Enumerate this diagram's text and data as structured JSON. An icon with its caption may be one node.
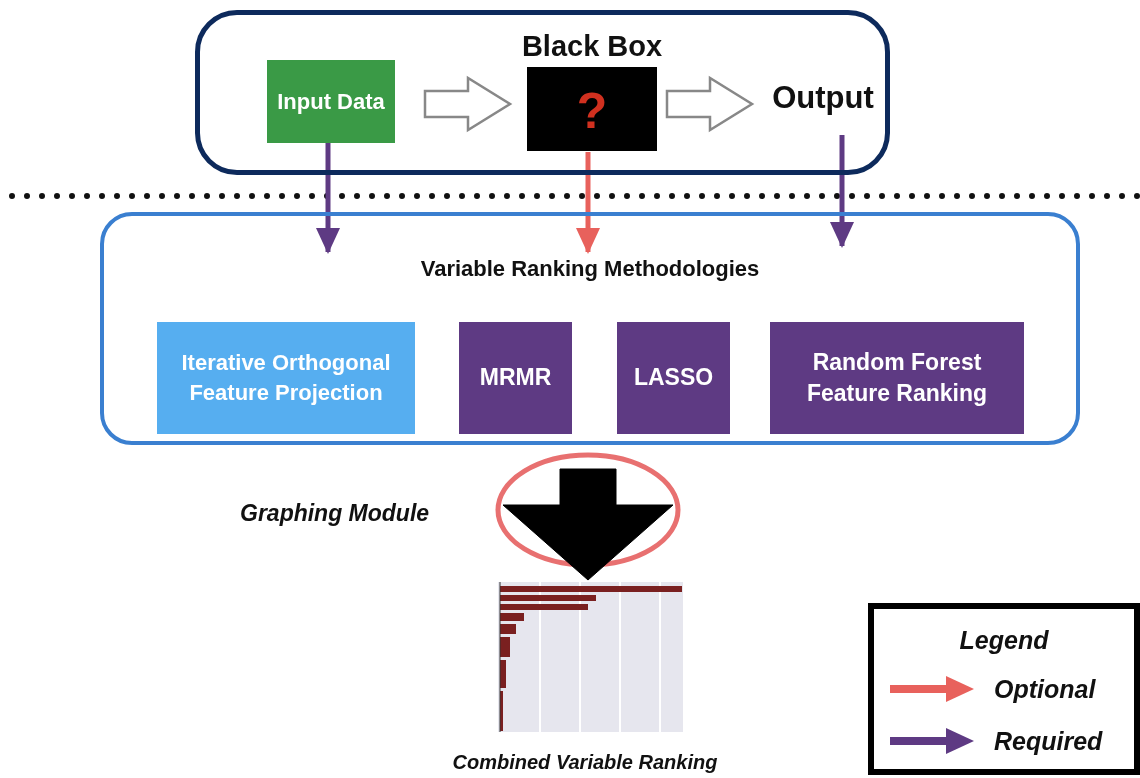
{
  "diagram": {
    "nodes": [
      {
        "text": [],
        "shape": "box"
      },
      {
        "text": [
          "Input Data"
        ],
        "in": 0
      },
      {
        "text": [
          "Black Box",
          "?"
        ],
        "in": 0
      },
      {
        "text": [
          "Output"
        ],
        "in": 0
      },
      {
        "text": [
          "Variable Ranking Methodologies"
        ]
      },
      {
        "text": [
          "Iterative Orthogonal Feature Projection"
        ],
        "in": 4
      },
      {
        "text": [
          "MRMR"
        ],
        "in": 4
      },
      {
        "text": [
          "LASSO"
        ],
        "in": 4
      },
      {
        "text": [
          "Random Forest Feature Ranking"
        ],
        "in": 4
      },
      {
        "text": [],
        "shape": "picture",
        "beside": [
          "Combined Variable Ranking"
        ]
      }
    ],
    "edges": [
      {
        "from": 1,
        "to": 2,
        "arrow": "to",
        "style": "thick",
        "color": "#888888"
      },
      {
        "from": 2,
        "to": 3,
        "arrow": "to",
        "style": "thick",
        "color": "#888888"
      },
      {
        "from": 1,
        "to": 4,
        "arrow": "to",
        "color": "#5e3a83"
      },
      {
        "from": 2,
        "to": 4,
        "arrow": "to",
        "color": "#e8615c"
      },
      {
        "from": 3,
        "to": 4,
        "arrow": "to",
        "color": "#5e3a83"
      },
      {
        "from": 4,
        "to": 9,
        "arrow": "to",
        "style": "thick",
        "color": "#000000"
      }
    ],
    "labels": [
      "Graphing Module",
      "Legend"
    ],
    "legend": [
      {
        "text": "Optional"
      },
      {
        "text": "Required"
      }
    ]
  }
}
